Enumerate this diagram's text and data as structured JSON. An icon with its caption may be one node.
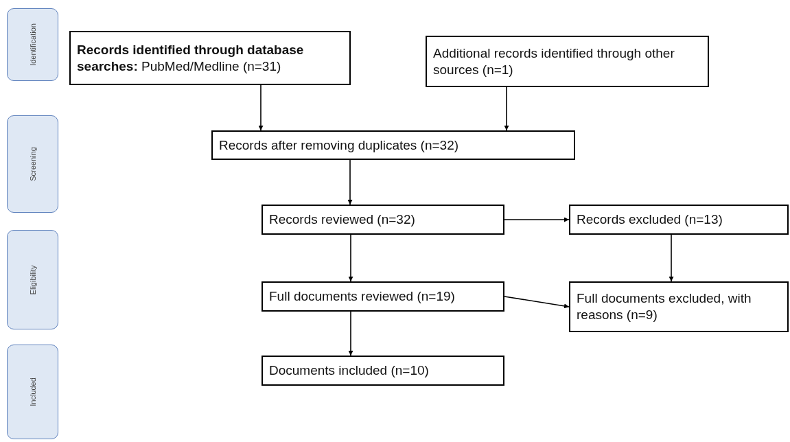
{
  "diagram": {
    "nodes": [
      {
        "text": [
          "Identification"
        ]
      },
      {
        "text": [
          "Screening"
        ]
      },
      {
        "text": [
          "Eligibility"
        ]
      },
      {
        "text": [
          "Included"
        ]
      },
      {
        "text": [
          "**Records identified through database searches:** PubMed/Medline (n=31)"
        ]
      },
      {
        "text": [
          "Additional records identified through other sources (n=1)"
        ]
      },
      {
        "text": [
          "Records after removing duplicates (n=32)"
        ]
      },
      {
        "text": [
          "Records reviewed (n=32)"
        ]
      },
      {
        "text": [
          "Records excluded (n=13)"
        ]
      },
      {
        "text": [
          "Full documents reviewed (n=19)"
        ]
      },
      {
        "text": [
          "Full documents excluded, with reasons (n=9)"
        ]
      },
      {
        "text": [
          "Documents included (n=10)"
        ]
      }
    ],
    "edges": [
      {
        "from": 4,
        "to": 6,
        "arrow": "to"
      },
      {
        "from": 5,
        "to": 6,
        "arrow": "to"
      },
      {
        "from": 6,
        "to": 7,
        "arrow": "to"
      },
      {
        "from": 7,
        "to": 8,
        "arrow": "to"
      },
      {
        "from": 7,
        "to": 9,
        "arrow": "to"
      },
      {
        "from": 8,
        "to": 10,
        "arrow": "to"
      },
      {
        "from": 9,
        "to": 10,
        "arrow": "to"
      },
      {
        "from": 9,
        "to": 11,
        "arrow": "to"
      }
    ]
  }
}
